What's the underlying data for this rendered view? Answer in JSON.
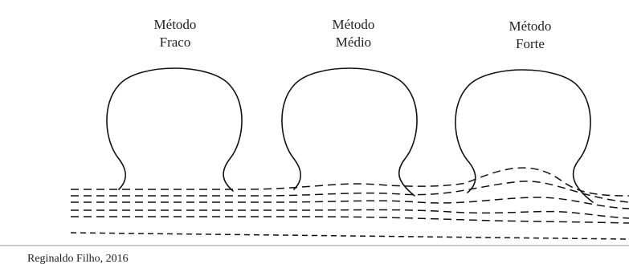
{
  "diagram": {
    "methods": [
      {
        "line1": "Método",
        "line2": "Fraco"
      },
      {
        "line1": "Método",
        "line2": "Médio"
      },
      {
        "line1": "Método",
        "line2": "Forte"
      }
    ],
    "caption": "Reginaldo Filho, 2016"
  }
}
